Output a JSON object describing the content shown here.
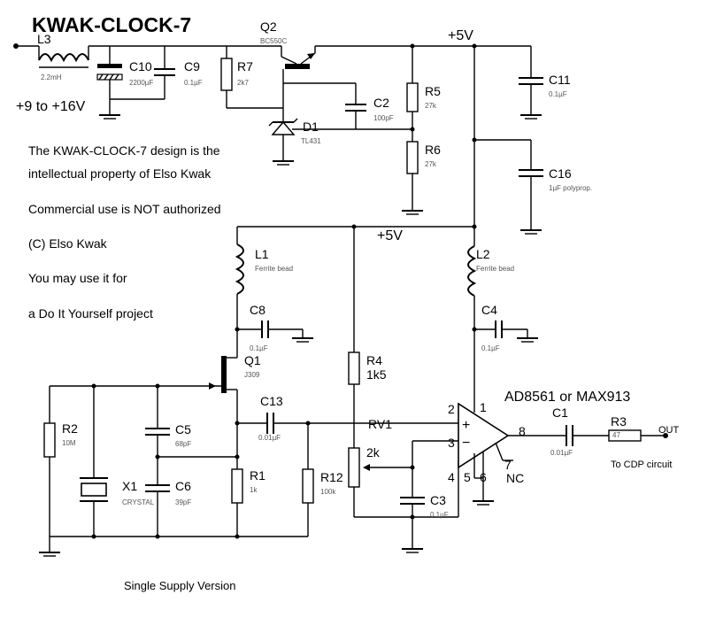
{
  "title": "KWAK-CLOCK-7",
  "footer": "Single Supply Version",
  "notes": [
    "The KWAK-CLOCK-7 design is the",
    "intellectual property of Elso Kwak",
    "Commercial use is NOT authorized",
    "(C) Elso Kwak",
    "You may use it for",
    "a Do It Yourself project"
  ],
  "supply": {
    "input": "+9 to +16V",
    "rail_top": "+5V",
    "rail_mid": "+5V"
  },
  "parts": {
    "L3": {
      "ref": "L3",
      "value": "2.2mH"
    },
    "C10": {
      "ref": "C10",
      "value": "2200µF"
    },
    "C9": {
      "ref": "C9",
      "value": "0.1µF"
    },
    "R7": {
      "ref": "R7",
      "value": "2k7"
    },
    "Q2": {
      "ref": "Q2",
      "value": "BC550C"
    },
    "C2": {
      "ref": "C2",
      "value": "100pF"
    },
    "D1": {
      "ref": "D1",
      "value": "TL431"
    },
    "R5": {
      "ref": "R5",
      "value": "27k"
    },
    "R6": {
      "ref": "R6",
      "value": "27k"
    },
    "C11": {
      "ref": "C11",
      "value": "0.1µF"
    },
    "C16": {
      "ref": "C16",
      "value": "1µF polyprop."
    },
    "L1": {
      "ref": "L1",
      "value": "Ferrite bead"
    },
    "L2": {
      "ref": "L2",
      "value": "Ferrite bead"
    },
    "C8": {
      "ref": "C8",
      "value": "0.1µF"
    },
    "C4": {
      "ref": "C4",
      "value": "0.1µF"
    },
    "Q1": {
      "ref": "Q1",
      "value": "J309"
    },
    "R4": {
      "ref": "R4",
      "value": "1k5"
    },
    "R2": {
      "ref": "R2",
      "value": "10M"
    },
    "C5": {
      "ref": "C5",
      "value": "68pF"
    },
    "C6": {
      "ref": "C6",
      "value": "39pF"
    },
    "X1": {
      "ref": "X1",
      "value": "CRYSTAL"
    },
    "C13": {
      "ref": "C13",
      "value": "0.01µF"
    },
    "R1": {
      "ref": "R1",
      "value": "1k"
    },
    "R12": {
      "ref": "R12",
      "value": "100k"
    },
    "RV1": {
      "ref": "RV1",
      "value": "2k"
    },
    "C3": {
      "ref": "C3",
      "value": "0.1µF"
    },
    "C1": {
      "ref": "C1",
      "value": "0.01µF"
    },
    "R3": {
      "ref": "R3",
      "value": "47"
    }
  },
  "opamp": {
    "name": "AD8561 or MAX913",
    "pins": {
      "p1": "1",
      "p2": "2",
      "p3": "3",
      "p4": "4",
      "p5": "5",
      "p6": "6",
      "p7": "7",
      "p8": "8"
    },
    "plus": "+",
    "minus": "−",
    "nc": "NC"
  },
  "output": {
    "label": "OUT",
    "dest": "To CDP circuit"
  }
}
